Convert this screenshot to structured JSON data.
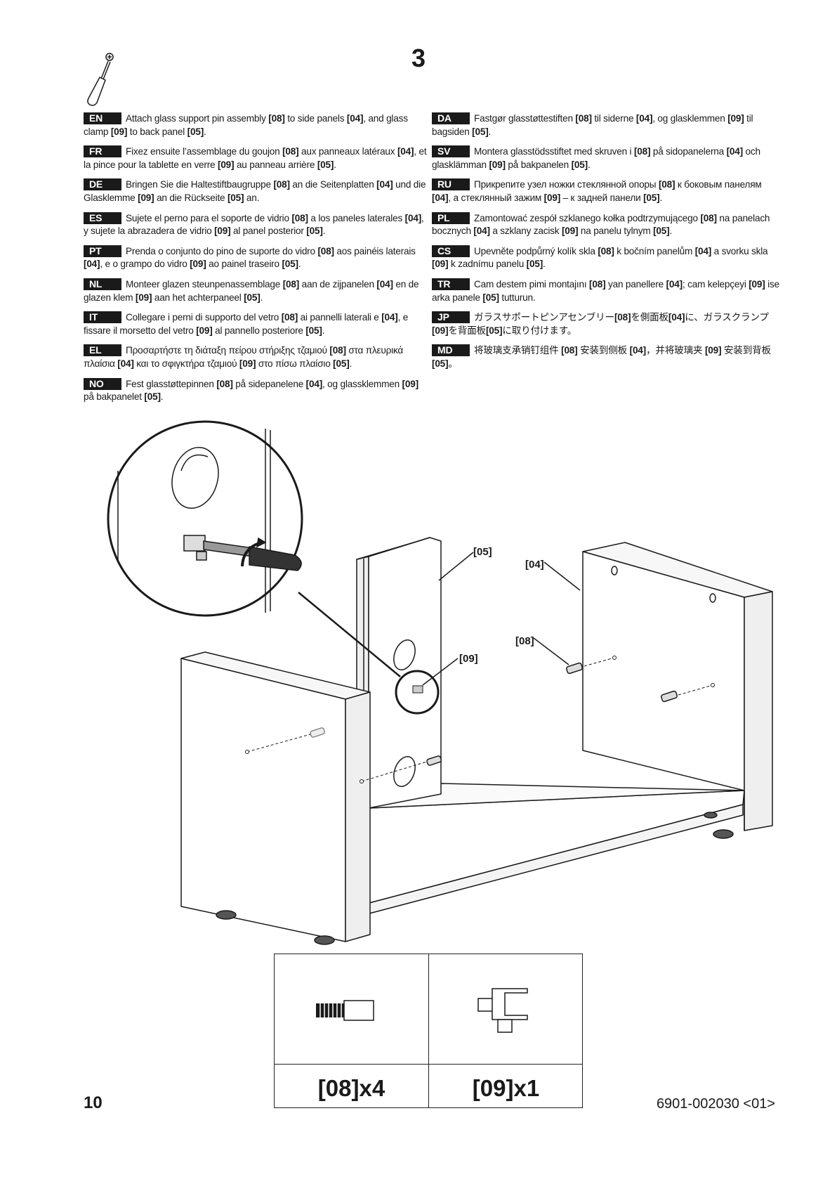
{
  "step": "3",
  "tool": "phillips-screwdriver-icon",
  "instructions_left": [
    {
      "lang": "EN",
      "text": "Attach glass support pin assembly [08] to side panels [04], and glass clamp [09] to back panel [05]."
    },
    {
      "lang": "FR",
      "text": "Fixez ensuite l’assemblage du goujon [08] aux panneaux latéraux [04], et la pince pour la tablette en verre [09] au panneau arrière [05]."
    },
    {
      "lang": "DE",
      "text": "Bringen Sie die Haltestiftbaugruppe [08] an die Seitenplatten [04] und die Glasklemme [09] an die Rückseite [05] an."
    },
    {
      "lang": "ES",
      "text": "Sujete el perno para el soporte de vidrio [08] a los paneles laterales [04], y sujete la abrazadera de vidrio [09] al panel posterior [05]."
    },
    {
      "lang": "PT",
      "text": "Prenda o conjunto do pino de suporte do vidro [08] aos painéis laterais [04], e o grampo do vidro [09] ao painel traseiro [05]."
    },
    {
      "lang": "NL",
      "text": "Monteer glazen steunpenassemblage [08] aan de zijpanelen [04] en de glazen klem [09] aan het achterpaneel [05]."
    },
    {
      "lang": "IT",
      "text": "Collegare i perni di supporto del vetro [08] ai pannelli laterali e [04], e fissare il morsetto del vetro [09] al pannello posteriore [05]."
    },
    {
      "lang": "EL",
      "text": "Προσαρτήστε τη διάταξη πείρου στήριξης τζαμιού [08] στα πλευρικά πλαίσια [04] και το σφιγκτήρα τζαμιού [09] στο πίσω πλαίσιο [05]."
    },
    {
      "lang": "NO",
      "text": "Fest glasstøttepinnen [08] på sidepanelene [04], og glassklemmen [09] på bakpanelet [05]."
    }
  ],
  "instructions_right": [
    {
      "lang": "DA",
      "text": "Fastgør glasstøttestiften [08] til siderne [04], og glasklemmen [09] til bagsiden [05]."
    },
    {
      "lang": "SV",
      "text": "Montera glasstödsstiftet med skruven i [08] på sidopanelerna [04] och glasklämman [09] på bakpanelen [05]."
    },
    {
      "lang": "RU",
      "text": "Прикрепите узел ножки стеклянной опоры [08] к боковым панелям [04], а стеклянный зажим [09] – к задней панели [05]."
    },
    {
      "lang": "PL",
      "text": "Zamontować zespół szklanego kołka podtrzymującego [08] na panelach bocznych [04] a szklany zacisk [09] na panelu tylnym [05]."
    },
    {
      "lang": "CS",
      "text": "Upevněte podpůrný kolík skla [08] k bočním panelům [04] a svorku skla [09] k zadnímu panelu [05]."
    },
    {
      "lang": "TR",
      "text": "Cam destem pimi montajını [08] yan panellere [04]; cam kelepçeyi [09] ise arka panele [05] tutturun."
    },
    {
      "lang": "JP",
      "text": "ガラスサポートピンアセンブリー[08]を側面板[04]に、ガラスクランプ[09]を背面板[05]に取り付けます。"
    },
    {
      "lang": "MD",
      "text": "将玻璃支承销钉组件 [08] 安装到侧板 [04]，并将玻璃夹 [09] 安装到背板 [05]。"
    }
  ],
  "callouts": {
    "back_panel": "[05]",
    "side_panel": "[04]",
    "pin": "[08]",
    "clamp": "[09]"
  },
  "parts": [
    {
      "icon": "glass-support-pin-icon",
      "qty": "[08]x4"
    },
    {
      "icon": "glass-clamp-icon",
      "qty": "[09]x1"
    }
  ],
  "page_number": "10",
  "doc_code": "6901-002030 <01>"
}
